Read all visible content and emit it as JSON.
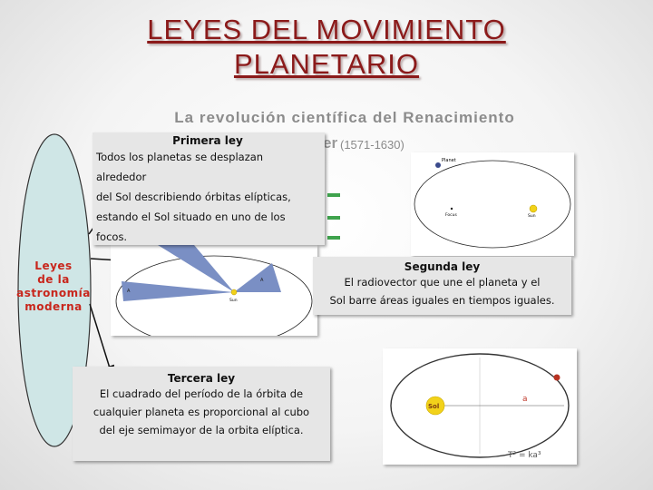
{
  "title_line1": "LEYES DEL MOVIMIENTO",
  "title_line2": "PLANETARIO",
  "subtitle": "La revolución científica del Renacimiento",
  "kepler_partial": "er",
  "kepler_years": "(1571-1630)",
  "oval_label": [
    "Leyes",
    "de la",
    "astronomía",
    "moderna"
  ],
  "first_law": {
    "heading": "Primera ley",
    "lines": [
      "Todos los planetas se desplazan",
      "alrededor",
      "del Sol describiendo órbitas elípticas,",
      "estando el Sol situado en uno de los",
      "focos."
    ]
  },
  "second_law": {
    "heading": "Segunda ley",
    "lines": [
      "El radiovector que une el planeta y el",
      "Sol barre áreas iguales en tiempos iguales."
    ]
  },
  "third_law": {
    "heading": "Tercera ley",
    "lines": [
      "El cuadrado del período de la órbita de",
      "cualquier planeta es proporcional al cubo",
      "del eje semimayor de la orbita elíptica."
    ]
  },
  "diagram1": {
    "planet": "Planet",
    "focus": "Focus",
    "sun": "Sun"
  },
  "diagram2": {
    "sun": "Sun",
    "label_a": "A",
    "label_b": "A"
  },
  "diagram3": {
    "sun": "Sol",
    "axis": "a",
    "formula": "T² = ka³"
  },
  "colors": {
    "title": "#8b1a1a",
    "oval_text": "#c8261c",
    "oval_fill": "#cfe6e6",
    "sun": "#f2d21a",
    "planet": "#c0392b",
    "green": "#3fa34d"
  }
}
